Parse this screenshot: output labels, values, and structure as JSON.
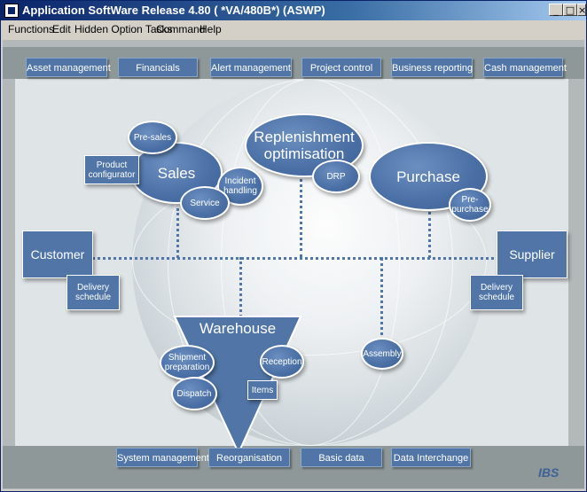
{
  "window": {
    "title": "Application SoftWare Release 4.80  ( *VA/480B*)  (ASWP)"
  },
  "window_controls": {
    "minimize": "_",
    "maximize": "□",
    "close": "×"
  },
  "menu": [
    "Functions",
    "Edit",
    "Hidden Option Tasks",
    "Command",
    "Help"
  ],
  "top_buttons": [
    "Asset management",
    "Financials",
    "Alert management",
    "Project control",
    "Business reporting",
    "Cash management"
  ],
  "bottom_buttons": [
    "System management",
    "Reorganisation",
    "Basic data",
    "Data Interchange"
  ],
  "nodes": {
    "sales": "Sales",
    "pre_sales": "Pre-sales",
    "product_configurator": "Product configurator",
    "incident_handling": "Incident handling",
    "service": "Service",
    "replenishment": "Replenishment optimisation",
    "drp": "DRP",
    "purchase": "Purchase",
    "pre_purchase": "Pre-purchase",
    "customer": "Customer",
    "customer_delivery": "Delivery schedule",
    "supplier": "Supplier",
    "supplier_delivery": "Delivery schedule",
    "warehouse": "Warehouse",
    "shipment_preparation": "Shipment preparation",
    "reception": "Reception",
    "dispatch": "Dispatch",
    "items": "Items",
    "assembly": "Assembly"
  },
  "logo": "IBS",
  "colors": {
    "node_blue": "#5075a6",
    "titlebar": "#0a246a"
  }
}
